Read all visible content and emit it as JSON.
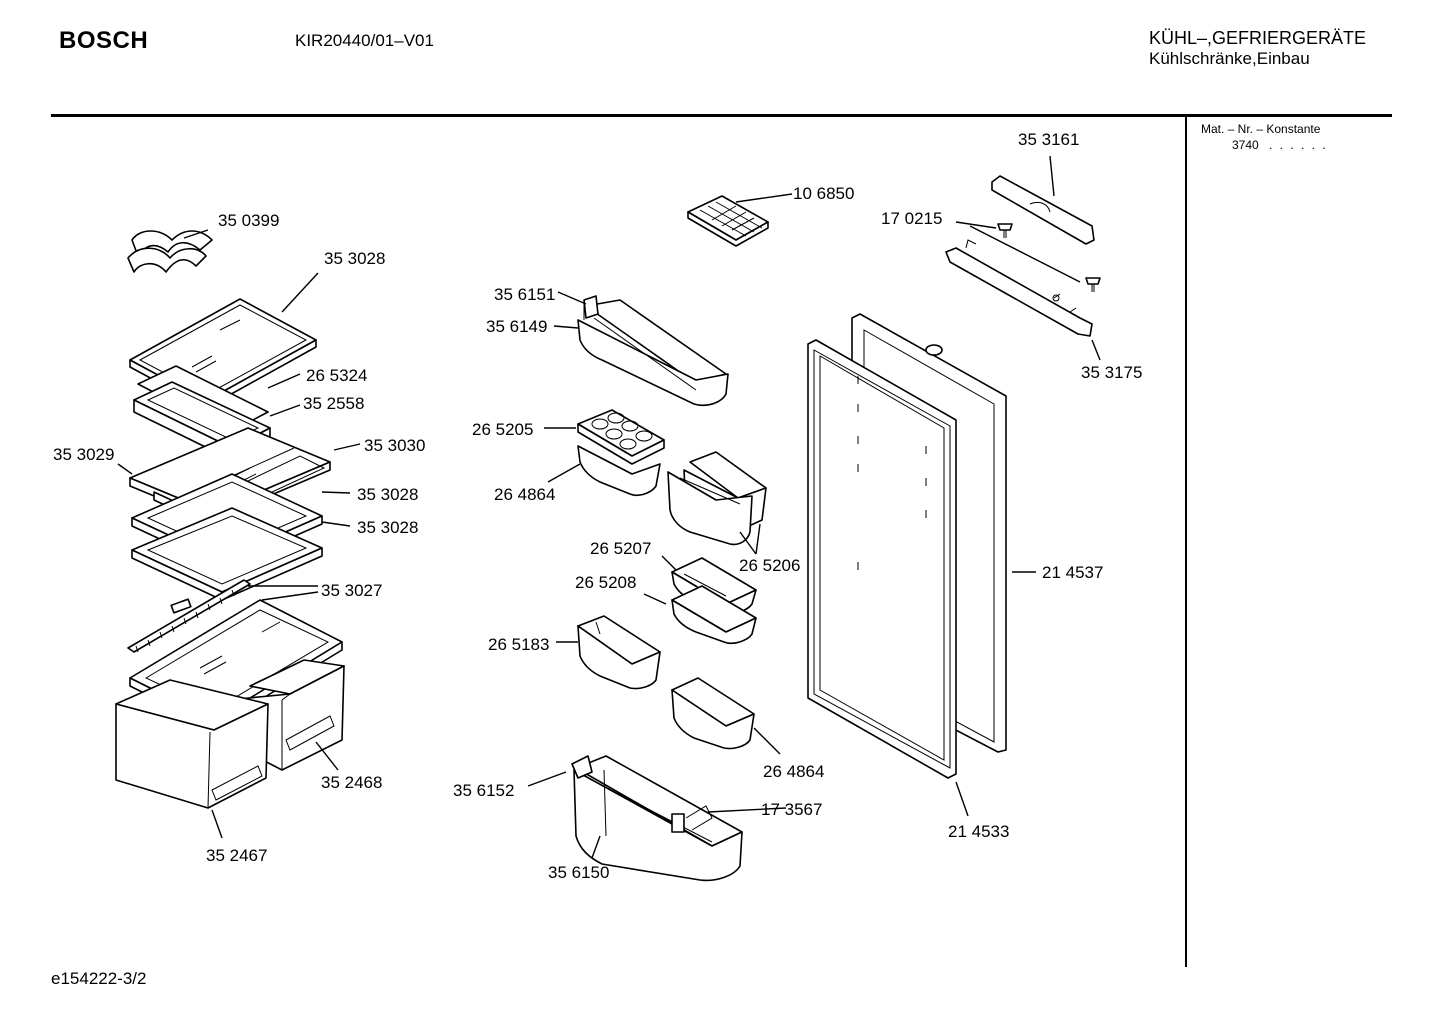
{
  "header": {
    "brand": "BOSCH",
    "model": "KIR20440/01–V01",
    "category_line1": "KÜHL–,GEFRIERGERÄTE",
    "category_line2": "Kühlschränke,Einbau"
  },
  "sidebar": {
    "heading": "Mat. – Nr. – Konstante",
    "value": "3740",
    "dots": ". . . . . ."
  },
  "footer": {
    "code": "e154222-3/2"
  },
  "parts": {
    "p350399": "35 0399",
    "p353028a": "35 3028",
    "p265324": "26 5324",
    "p352558": "35 2558",
    "p353029": "35 3029",
    "p353030": "35 3030",
    "p353028b": "35 3028",
    "p353028c": "35 3028",
    "p353027": "35 3027",
    "p352468": "35 2468",
    "p352467": "35 2467",
    "p106850": "10 6850",
    "p356151": "35 6151",
    "p356149": "35 6149",
    "p265205": "26 5205",
    "p264864a": "26 4864",
    "p265207": "26 5207",
    "p265206": "26 5206",
    "p265208": "26 5208",
    "p265183": "26 5183",
    "p264864b": "26 4864",
    "p356152": "35 6152",
    "p173567": "17 3567",
    "p356150": "35 6150",
    "p353161": "35 3161",
    "p170215": "17 0215",
    "p353175": "35 3175",
    "p214537": "21 4537",
    "p214533": "21 4533"
  }
}
